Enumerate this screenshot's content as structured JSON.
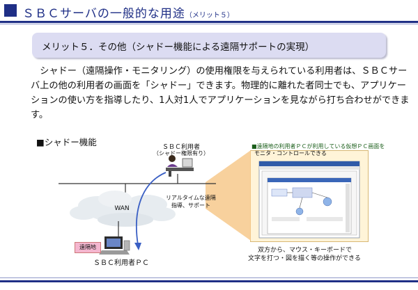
{
  "header": {
    "title": "ＳＢＣサーバの一般的な用途",
    "subtitle": "（メリット５）"
  },
  "section": {
    "heading": "メリット５．その他（シャドー機能による遠隔サポートの実現）"
  },
  "body": {
    "lines": [
      "　シャドー（遠隔操作・モニタリング）の使用権限を与えられている利用者は、ＳＢＣサー",
      "バ上の他の利用者の画面を「シャドー」できます。物理的に離れた者同士でも、アプリケー",
      "ションの使い方を指導したり、1人対1人でアプリケーションを見ながら打ち合わせができま",
      "す。"
    ]
  },
  "diagram": {
    "title": "■シャドー機能",
    "top_user_label": "ＳＢＣ利用者",
    "top_user_sub": "（シャドー権限有り）",
    "wan_label": "WAN",
    "realtime_label_1": "リアルタイムな遠隔",
    "realtime_label_2": "指導、サポート",
    "remote_tag": "遠隔地",
    "bottom_user_label": "ＳＢＣ利用者ＰＣ",
    "screen_caption_1": "■遠隔地の利用者ＰＣが利用している仮想ＰＣ画面を",
    "screen_caption_2": "モニタ・コントロールできる",
    "bottom_caption_1": "双方から、マウス・キーボードで",
    "bottom_caption_2": "文字を打つ・図を描く等の操作ができる"
  },
  "colors": {
    "brand": "#1f2f86",
    "section_bg": "#dcdcf2",
    "arrow": "#3a5fc4",
    "beam": "#f7c98c",
    "remote_tag": "#f4b6cf"
  }
}
